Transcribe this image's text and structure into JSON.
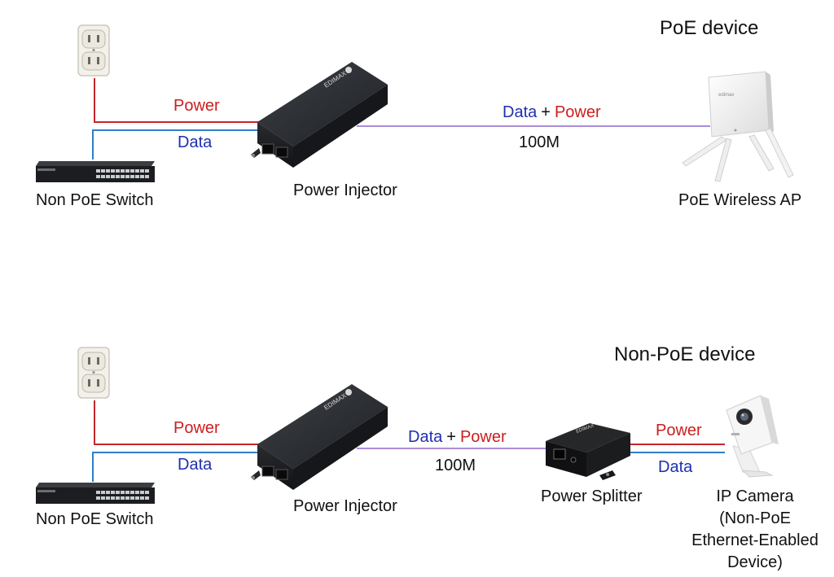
{
  "colors": {
    "power": "#cc1e1e",
    "data": "#1f2fb0",
    "power_wire": "#c4262b",
    "data_wire": "#2f7fc6",
    "combined_wire": "#a98dd6"
  },
  "top": {
    "heading": "PoE device",
    "power_label": "Power",
    "data_label": "Data",
    "combined_data": "Data",
    "combined_plus": "+",
    "combined_power": "Power",
    "speed": "100M",
    "switch_label": "Non PoE Switch",
    "injector_label": "Power Injector",
    "ap_label": "PoE Wireless AP"
  },
  "bottom": {
    "heading": "Non-PoE device",
    "power_label": "Power",
    "data_label": "Data",
    "combined_data": "Data",
    "combined_plus": "+",
    "combined_power": "Power",
    "speed": "100M",
    "switch_label": "Non PoE Switch",
    "injector_label": "Power Injector",
    "splitter_label": "Power Splitter",
    "splitter_power_label": "Power",
    "splitter_data_label": "Data",
    "camera_label_lines": [
      "IP Camera",
      "(Non-PoE",
      "Ethernet-Enabled",
      "Device)"
    ]
  },
  "icons": {
    "outlet": "power-outlet-icon",
    "switch": "network-switch-icon",
    "injector": "poe-injector-icon",
    "access_point": "wireless-ap-icon",
    "splitter": "poe-splitter-icon",
    "camera": "ip-camera-icon"
  },
  "injector_brand": "EDIMAX",
  "splitter_brand": "EDIMAX"
}
